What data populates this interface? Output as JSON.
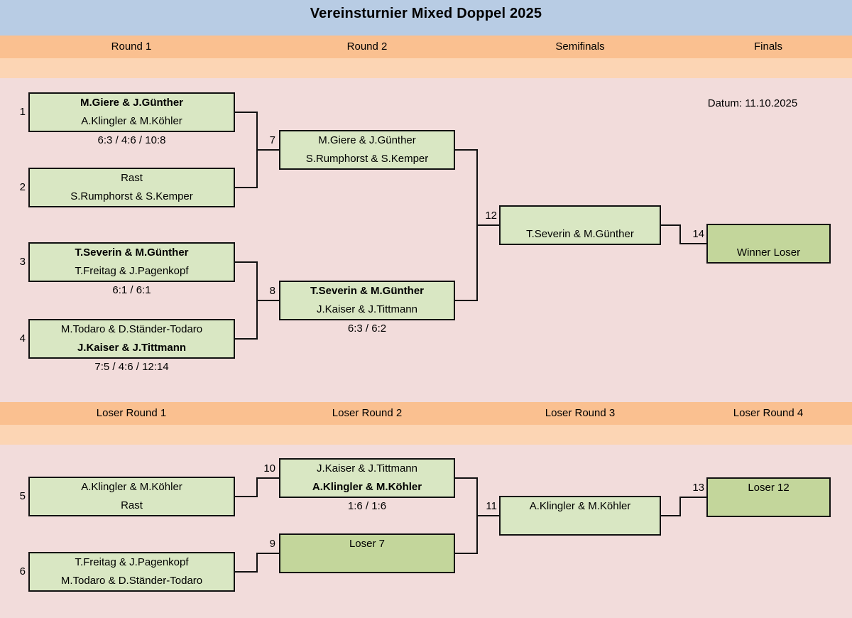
{
  "page": {
    "title": "Vereinsturnier Mixed Doppel 2025",
    "date_label": "Datum: 11.10.2025"
  },
  "colors": {
    "header_blue": "#b8cce4",
    "round_orange": "#fac090",
    "sub_orange": "#fcd5b4",
    "background_pink": "#f2dcdb",
    "box_green": "#d9e7c3",
    "box_green_dark": "#c3d69b",
    "line_black": "#111111"
  },
  "winner_bracket": {
    "round_labels": [
      "Round 1",
      "Round 2",
      "Semifinals",
      "Finals"
    ],
    "matches": [
      {
        "num": "1",
        "line1": "M.Giere & J.Günther",
        "line2": "A.Klingler & M.Köhler",
        "winner_line": 1,
        "score": "6:3 / 4:6 / 10:8"
      },
      {
        "num": "2",
        "line1": "Rast",
        "line2": "S.Rumphorst & S.Kemper",
        "winner_line": 0,
        "score": ""
      },
      {
        "num": "3",
        "line1": "T.Severin & M.Günther",
        "line2": "T.Freitag & J.Pagenkopf",
        "winner_line": 1,
        "score": "6:1 / 6:1"
      },
      {
        "num": "4",
        "line1": "M.Todaro & D.Ständer-Todaro",
        "line2": "J.Kaiser & J.Tittmann",
        "winner_line": 2,
        "score": "7:5 / 4:6 / 12:14"
      },
      {
        "num": "7",
        "line1": "M.Giere & J.Günther",
        "line2": "S.Rumphorst & S.Kemper",
        "winner_line": 0,
        "score": ""
      },
      {
        "num": "8",
        "line1": "T.Severin & M.Günther",
        "line2": "J.Kaiser & J.Tittmann",
        "winner_line": 1,
        "score": "6:3 / 6:2"
      },
      {
        "num": "12",
        "line1": "",
        "line2": "T.Severin & M.Günther",
        "winner_line": 0,
        "score": ""
      },
      {
        "num": "14",
        "line1": "",
        "line2": "Winner Loser",
        "winner_line": 0,
        "score": "",
        "placeholder": true
      }
    ]
  },
  "loser_bracket": {
    "round_labels": [
      "Loser Round 1",
      "Loser Round 2",
      "Loser Round 3",
      "Loser Round 4"
    ],
    "matches": [
      {
        "num": "5",
        "line1": "A.Klingler & M.Köhler",
        "line2": "Rast",
        "winner_line": 0,
        "score": ""
      },
      {
        "num": "6",
        "line1": "T.Freitag & J.Pagenkopf",
        "line2": "M.Todaro & D.Ständer-Todaro",
        "winner_line": 0,
        "score": ""
      },
      {
        "num": "10",
        "line1": "J.Kaiser & J.Tittmann",
        "line2": "A.Klingler & M.Köhler",
        "winner_line": 2,
        "score": "1:6 / 1:6"
      },
      {
        "num": "9",
        "line1": "Loser 7",
        "line2": "",
        "winner_line": 0,
        "score": "",
        "placeholder": true
      },
      {
        "num": "11",
        "line1": "A.Klingler & M.Köhler",
        "line2": "",
        "winner_line": 0,
        "score": ""
      },
      {
        "num": "13",
        "line1": "Loser 12",
        "line2": "",
        "winner_line": 0,
        "score": "",
        "placeholder": true
      }
    ]
  }
}
